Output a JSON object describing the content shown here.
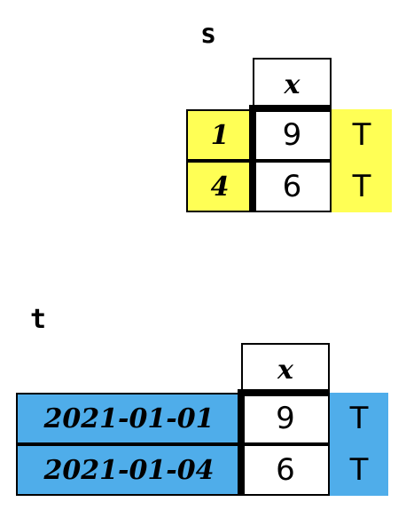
{
  "colors": {
    "s_fill": "#ffff55",
    "t_fill": "#4fadea",
    "border": "#000000"
  },
  "s": {
    "name": "s",
    "column": "x",
    "rows": [
      {
        "index": "1",
        "value": "9",
        "flag": "T"
      },
      {
        "index": "4",
        "value": "6",
        "flag": "T"
      }
    ]
  },
  "t": {
    "name": "t",
    "column": "x",
    "rows": [
      {
        "index": "2021-01-01",
        "value": "9",
        "flag": "T"
      },
      {
        "index": "2021-01-04",
        "value": "6",
        "flag": "T"
      }
    ]
  }
}
